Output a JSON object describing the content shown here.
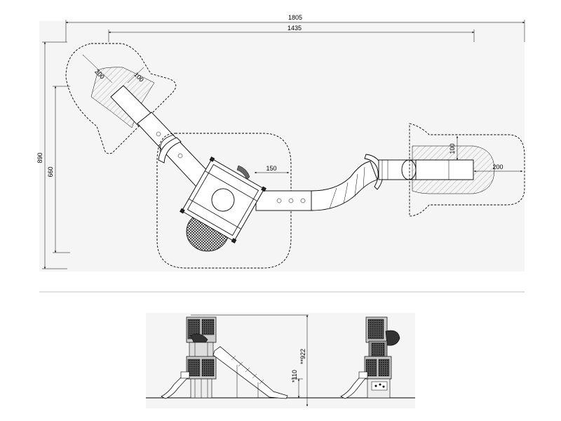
{
  "dimensions": {
    "overall_width": "1805",
    "inner_width": "1435",
    "overall_depth": "890",
    "inner_depth": "660",
    "left_slide_exit": "200",
    "left_slide_width": "100",
    "right_slide_width": "100",
    "right_slide_exit": "200",
    "tower_offset": "150",
    "elevation_height_a": "*110",
    "elevation_height_b": "**922"
  }
}
